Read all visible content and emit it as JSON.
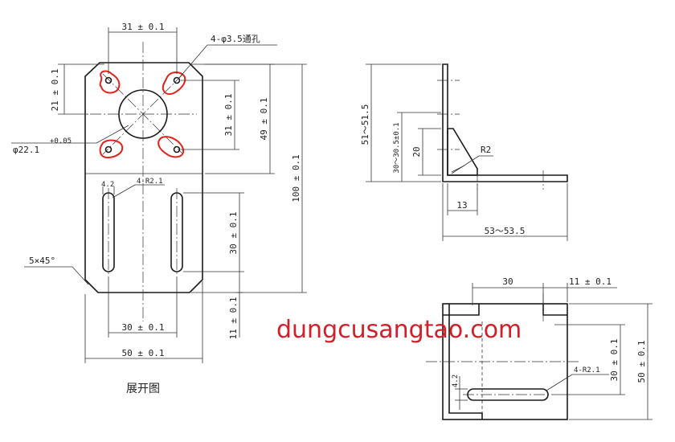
{
  "front_view": {
    "dim_top_spacing": "31 ± 0.1",
    "hole_label": "4-φ3.5通孔",
    "dim_left_upper": "21 ± 0.1",
    "bore_label": "φ22.1",
    "bore_tolerance": "+0.05",
    "dim_inner_vertical": "31 ± 0.1",
    "dim_49": "49 ± 0.1",
    "dim_100": "100 ± 0.1",
    "slot_width": "4.2",
    "slot_label": "4-R2.1",
    "chamfer_label": "5×45°",
    "dim_slot_length": "30 ± 0.1",
    "dim_bottom_11": "11 ± 0.1",
    "dim_slot_spacing": "30 ± 0.1",
    "dim_total_width": "50 ± 0.1",
    "caption": "展开图"
  },
  "side_view": {
    "dim_height": "51～51.5",
    "dim_flange": "30～30.5±0.1",
    "dim_20": "20",
    "fillet_label": "R2",
    "dim_13": "13",
    "dim_base": "53～53.5"
  },
  "top_view": {
    "dim_30": "30",
    "dim_11": "11 ± 0.1",
    "dim_inner_30": "30 ± 0.1",
    "dim_outer_50": "50 ± 0.1",
    "slot_width": "4.2",
    "slot_label": "4-R2.1"
  },
  "watermark": "dungcusangtao.com"
}
